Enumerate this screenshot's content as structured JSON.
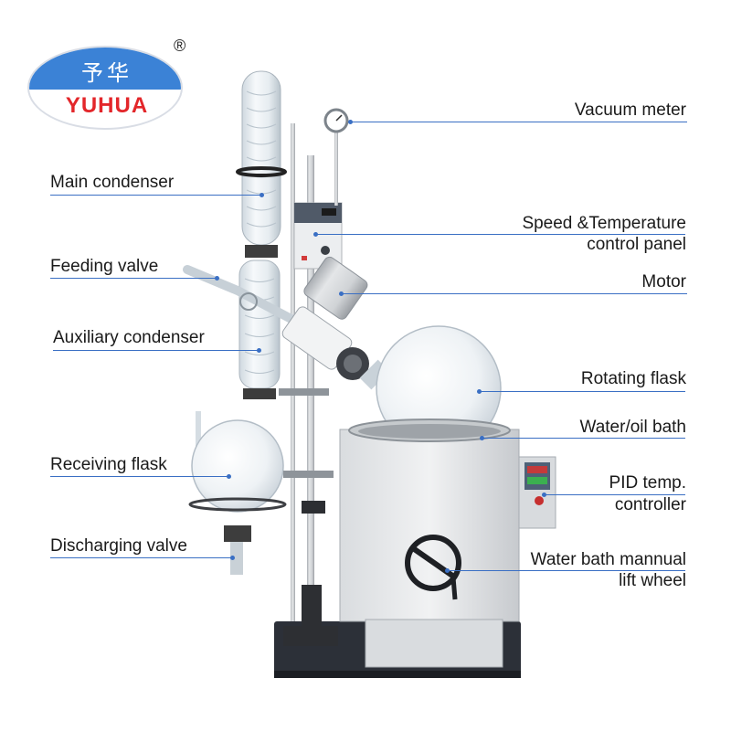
{
  "logo": {
    "chinese": "予华",
    "brand": "YUHUA",
    "registered_mark": "®"
  },
  "labels": {
    "vacuum_meter": "Vacuum meter",
    "main_condenser": "Main condenser",
    "speed_temp_line1": "Speed &Temperature",
    "speed_temp_line2": "control panel",
    "feeding_valve": "Feeding valve",
    "motor": "Motor",
    "auxiliary_condenser": "Auxiliary condenser",
    "rotating_flask": "Rotating flask",
    "water_oil_bath": "Water/oil bath",
    "receiving_flask": "Receiving flask",
    "pid_line1": "PID temp.",
    "pid_line2": "controller",
    "discharging_valve": "Discharging valve",
    "lift_wheel_line1": "Water bath mannual",
    "lift_wheel_line2": "lift wheel"
  },
  "colors": {
    "leader_line": "#3a6fc4",
    "logo_blue": "#3b82d6",
    "logo_red": "#e3262a"
  }
}
